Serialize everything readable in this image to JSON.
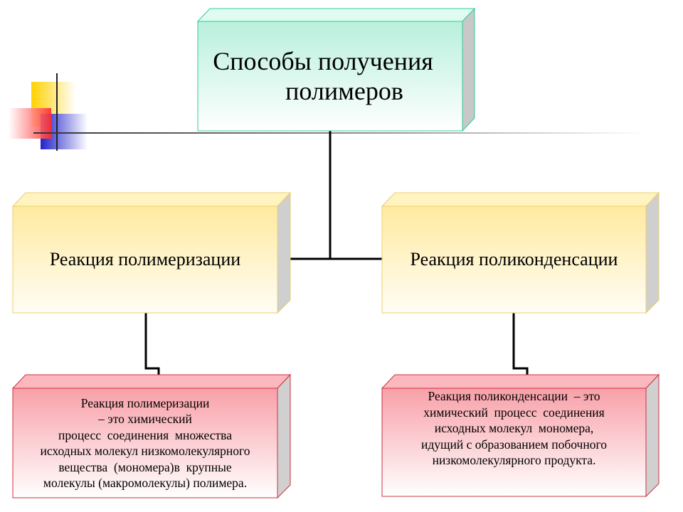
{
  "title": {
    "line1": "Способы получения",
    "line2": "полимеров"
  },
  "branches": [
    {
      "heading": "Реакция полимеризации",
      "description": [
        "Реакция полимеризации",
        "– это химический",
        "процесс  соединения  множества",
        "исходных молекул низкомолекулярного",
        "вещества  (мономера)в  крупные",
        "молекулы (макромолекулы) полимера."
      ]
    },
    {
      "heading": "Реакция поликонденсации",
      "description": [
        "Реакция поликонденсации  – это",
        "химический  процесс  соединения",
        "исходных молекул  мономера,",
        "идущий с образованием побочного",
        "низкомолекулярного продукта."
      ]
    }
  ],
  "colors": {
    "title_box": "#ccf5e6",
    "heading_box": "#fff0b3",
    "desc_box": "#f7a8b0",
    "decor_yellow": "#ffd200",
    "decor_red": "#ff2a2a",
    "decor_blue": "#3333cc"
  }
}
